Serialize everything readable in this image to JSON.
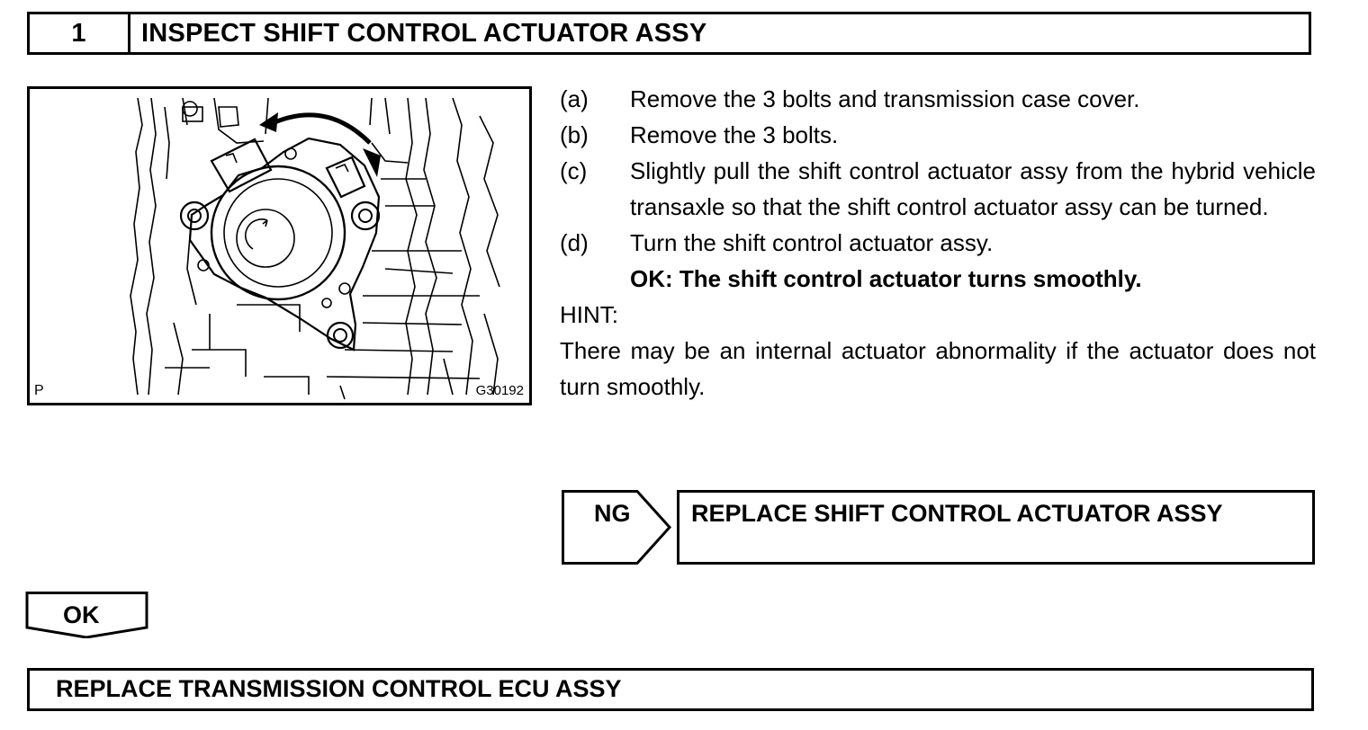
{
  "header": {
    "step_number": "1",
    "title": "INSPECT SHIFT CONTROL ACTUATOR ASSY"
  },
  "figure": {
    "corner_label": "P",
    "figure_id": "G30192"
  },
  "steps": [
    {
      "label": "(a)",
      "text": "Remove the 3 bolts and transmission case cover."
    },
    {
      "label": "(b)",
      "text": "Remove the 3 bolts."
    },
    {
      "label": "(c)",
      "text": "Slightly pull the shift control actuator assy from the hybrid vehicle transaxle so that the shift control actuator assy can be turned."
    },
    {
      "label": "(d)",
      "text": "Turn the shift control actuator assy."
    }
  ],
  "ok_condition": "OK: The shift control actuator turns smoothly.",
  "hint": {
    "label": "HINT:",
    "text": "There may be an internal actuator abnormality if the actuator does not turn smoothly."
  },
  "ng_branch": {
    "label": "NG",
    "action": "REPLACE SHIFT CONTROL ACTUATOR ASSY"
  },
  "ok_branch": {
    "label": "OK"
  },
  "final_action": "REPLACE TRANSMISSION CONTROL ECU ASSY"
}
